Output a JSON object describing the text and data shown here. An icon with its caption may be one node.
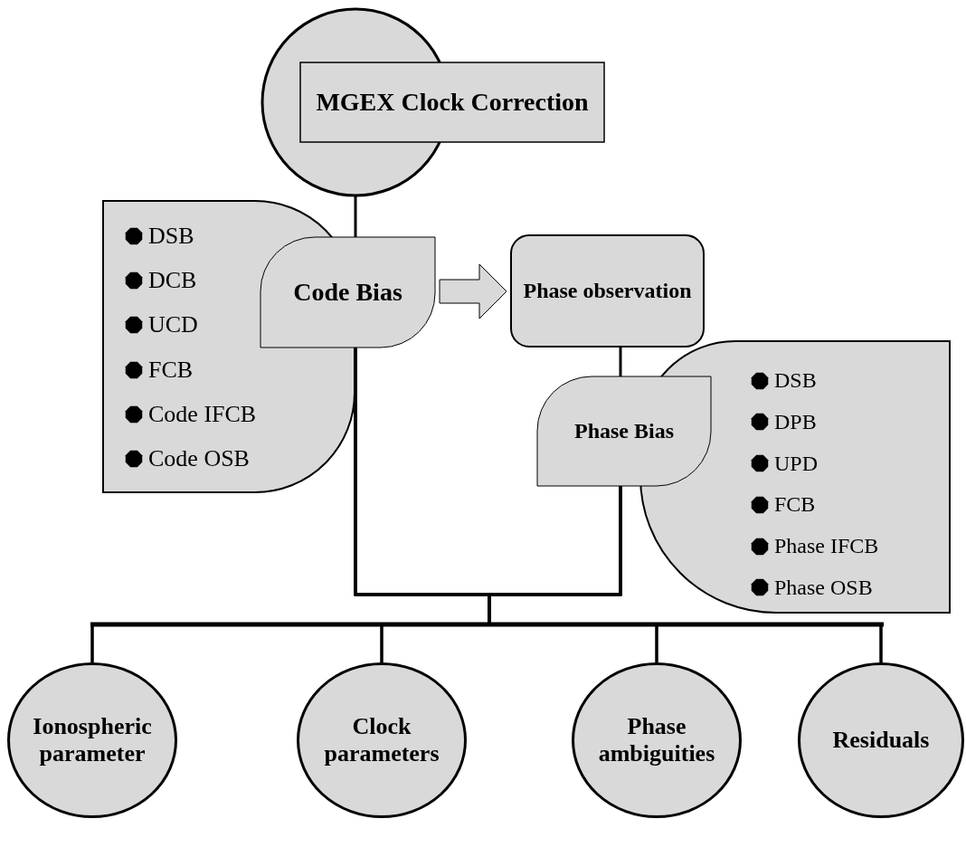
{
  "diagram": {
    "nodes": [
      {
        "text": [
          "MGEX Clock Correction"
        ]
      },
      {
        "text": [
          "DSB",
          "DCB",
          "UCD",
          "FCB",
          "Code IFCB",
          "Code OSB"
        ]
      },
      {
        "text": [
          "Code Bias"
        ]
      },
      {
        "text": [
          "Phase observation"
        ]
      },
      {
        "text": [
          "Phase Bias"
        ]
      },
      {
        "text": [
          "DSB",
          "DPB",
          "UPD",
          "FCB",
          "Phase IFCB",
          "Phase OSB"
        ]
      },
      {
        "text": [
          "Ionospheric parameter"
        ]
      },
      {
        "text": [
          "Clock parameters"
        ]
      },
      {
        "text": [
          "Phase ambiguities"
        ]
      },
      {
        "text": [
          "Residuals"
        ]
      }
    ],
    "edges": [
      {
        "from": 0,
        "to": 2,
        "arrow": "none"
      },
      {
        "from": 2,
        "to": 3,
        "arrow": "to",
        "style": "thick"
      },
      {
        "from": 3,
        "to": 4,
        "arrow": "none"
      },
      {
        "from": 2,
        "to": 6,
        "arrow": "none"
      },
      {
        "from": 2,
        "to": 7,
        "arrow": "none"
      },
      {
        "from": 2,
        "to": 8,
        "arrow": "none"
      },
      {
        "from": 2,
        "to": 9,
        "arrow": "none"
      },
      {
        "from": 4,
        "to": 6,
        "arrow": "none"
      },
      {
        "from": 4,
        "to": 7,
        "arrow": "none"
      },
      {
        "from": 4,
        "to": 8,
        "arrow": "none"
      },
      {
        "from": 4,
        "to": 9,
        "arrow": "none"
      }
    ]
  }
}
